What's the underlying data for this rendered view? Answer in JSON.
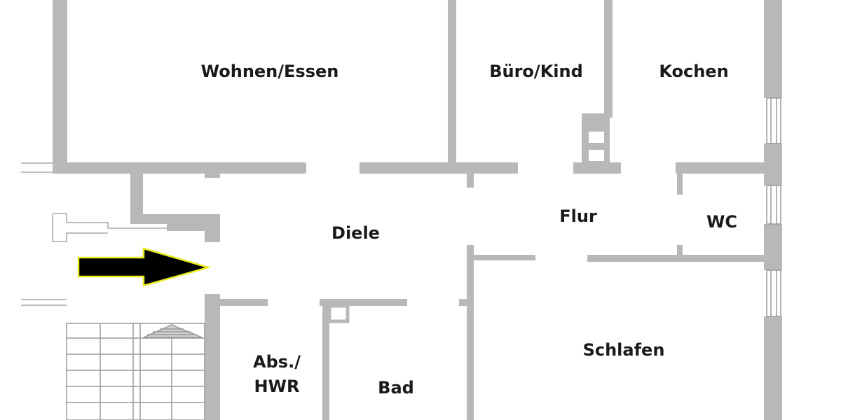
{
  "floor_plan": {
    "rooms": {
      "wohnen": "Wohnen/Essen",
      "buero": "Büro/Kind",
      "kochen": "Kochen",
      "diele": "Diele",
      "flur": "Flur",
      "wc": "WC",
      "abs_line1": "Abs./",
      "abs_line2": "HWR",
      "bad": "Bad",
      "schlafen": "Schlafen"
    },
    "colors": {
      "wall": "#b8b8b8",
      "wall_dark": "#a9a9a9",
      "thin_line": "#9a9a9a",
      "arrow_fill": "#000000",
      "arrow_outline": "#e8e81a",
      "label": "#1a1a1a"
    }
  }
}
